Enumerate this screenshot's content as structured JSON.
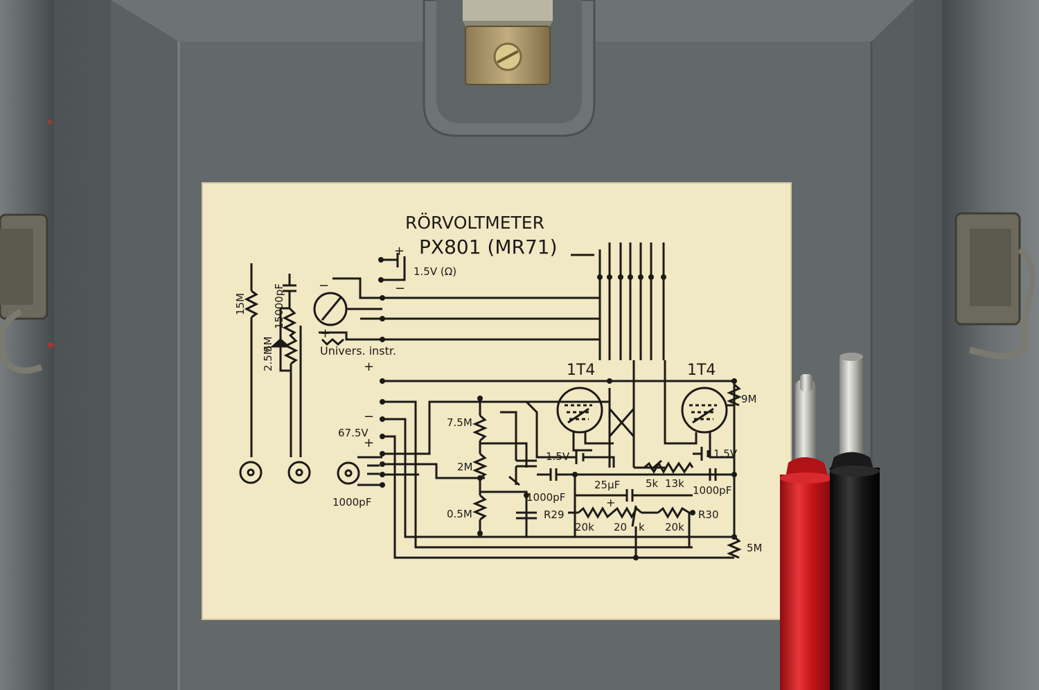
{
  "title": "RÖRVOLTMETER",
  "model": "PX801 (MR71)",
  "battery_top": {
    "plus": "+",
    "label": "1.5V (Ω)",
    "minus": "−"
  },
  "meter": {
    "minus": "−",
    "plus": "+",
    "label": "Univers. instr."
  },
  "supply": {
    "label": "67.5V",
    "minus": "−",
    "plus": "+"
  },
  "terminal_plus": "+",
  "left_components": {
    "r1": "15M",
    "c1": "15000pF",
    "r2": "5M",
    "r3": "2.5M"
  },
  "input_cap": "1000pF",
  "tubes": [
    "1T4",
    "1T4"
  ],
  "divider": [
    "7.5M",
    "2M",
    "0.5M"
  ],
  "center": {
    "cap1": "1000pF",
    "bat_left": "1.5V",
    "bat_right": "1.5V",
    "cap_mid": "25µF",
    "plus_mark": "+",
    "r5k": "5k",
    "r13k": "13k",
    "cap_right": "1000pF",
    "r29": "R29",
    "r30": "R30",
    "r20a": "20k",
    "r20b": "20",
    "r20k_mark": "k",
    "r20c": "20k"
  },
  "right_res": {
    "top": "9M",
    "bottom": "5M"
  },
  "colors": {
    "case_gray": "#62686a",
    "card": "#f1e8c4",
    "ink": "#1c1a16",
    "red_probe": "#c7141a",
    "black_probe": "#161616"
  }
}
